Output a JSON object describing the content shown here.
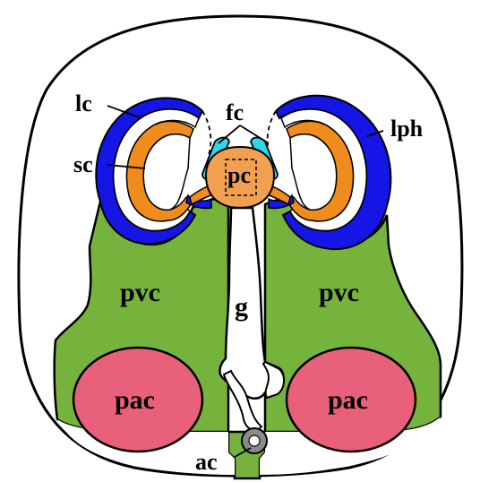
{
  "labels": {
    "lc": "lc",
    "fc": "fc",
    "lph": "lph",
    "sc": "sc",
    "pc": "pc",
    "pvc_left": "pvc",
    "pvc_right": "pvc",
    "g": "g",
    "pac_left": "pac",
    "pac_right": "pac",
    "ac": "ac"
  },
  "colors": {
    "outline": "#000000",
    "background": "#ffffff",
    "green_tissue": "#76b33c",
    "blue_canal": "#1515e6",
    "orange_canal": "#f08c1e",
    "cyan_canal": "#2ed8ea",
    "pink_canal": "#e8607a",
    "gray_canal": "#8a8a8a"
  }
}
